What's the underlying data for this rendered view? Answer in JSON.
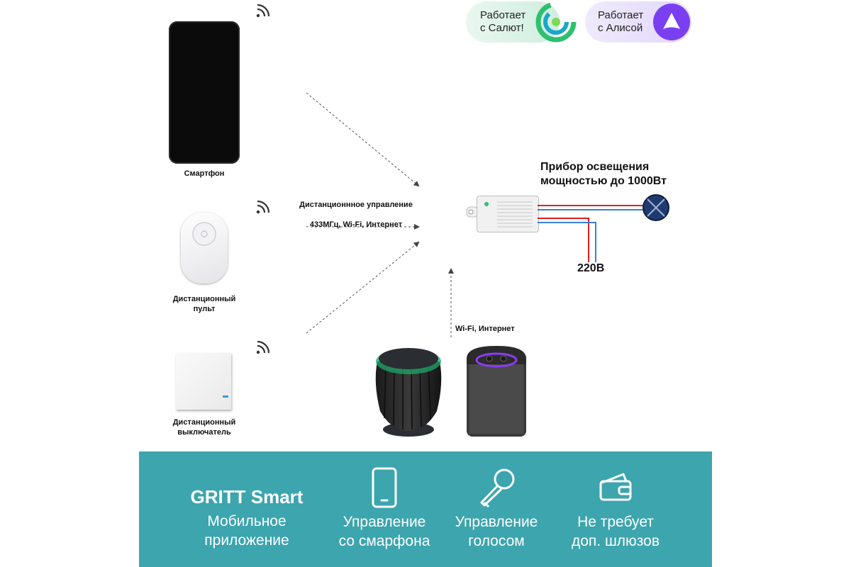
{
  "badges": [
    {
      "line1": "Работает",
      "line2": "с Салют!"
    },
    {
      "line1": "Работает",
      "line2": "с Алисой"
    }
  ],
  "devices": {
    "smartphone_label": "Смартфон",
    "remote_label_1": "Дистанционный",
    "remote_label_2": "пульт",
    "switch_label_1": "Дистанционный",
    "switch_label_2": "выключатель"
  },
  "connection": {
    "remote_control_label": "Дистанционнное управление",
    "protocols_label": "433МГц, Wi-Fi, Интернет",
    "speakers_label": "Wi-Fi, Интернет"
  },
  "lighting": {
    "line1": "Прибор освещения",
    "line2": "мощностью до 1000Вт",
    "voltage": "220В"
  },
  "features": [
    {
      "line1": "GRITT Smart",
      "line2": "Мобильное",
      "line3": "приложение",
      "icon": "none"
    },
    {
      "line1": "Управление",
      "line2": "со смарфона",
      "icon": "smartphone-icon"
    },
    {
      "line1": "Управление",
      "line2": "голосом",
      "icon": "microphone-icon"
    },
    {
      "line1": "Не требует",
      "line2": "доп. шлюзов",
      "icon": "wallet-icon"
    }
  ],
  "colors": {
    "panel_bg": "#3ca5ae",
    "wire_red": "#e02020",
    "wire_blue": "#3a7fd0",
    "lamp": "#1e3a6e",
    "alice_purple": "#7b3ff2",
    "salute_green": "#2fbf71"
  }
}
